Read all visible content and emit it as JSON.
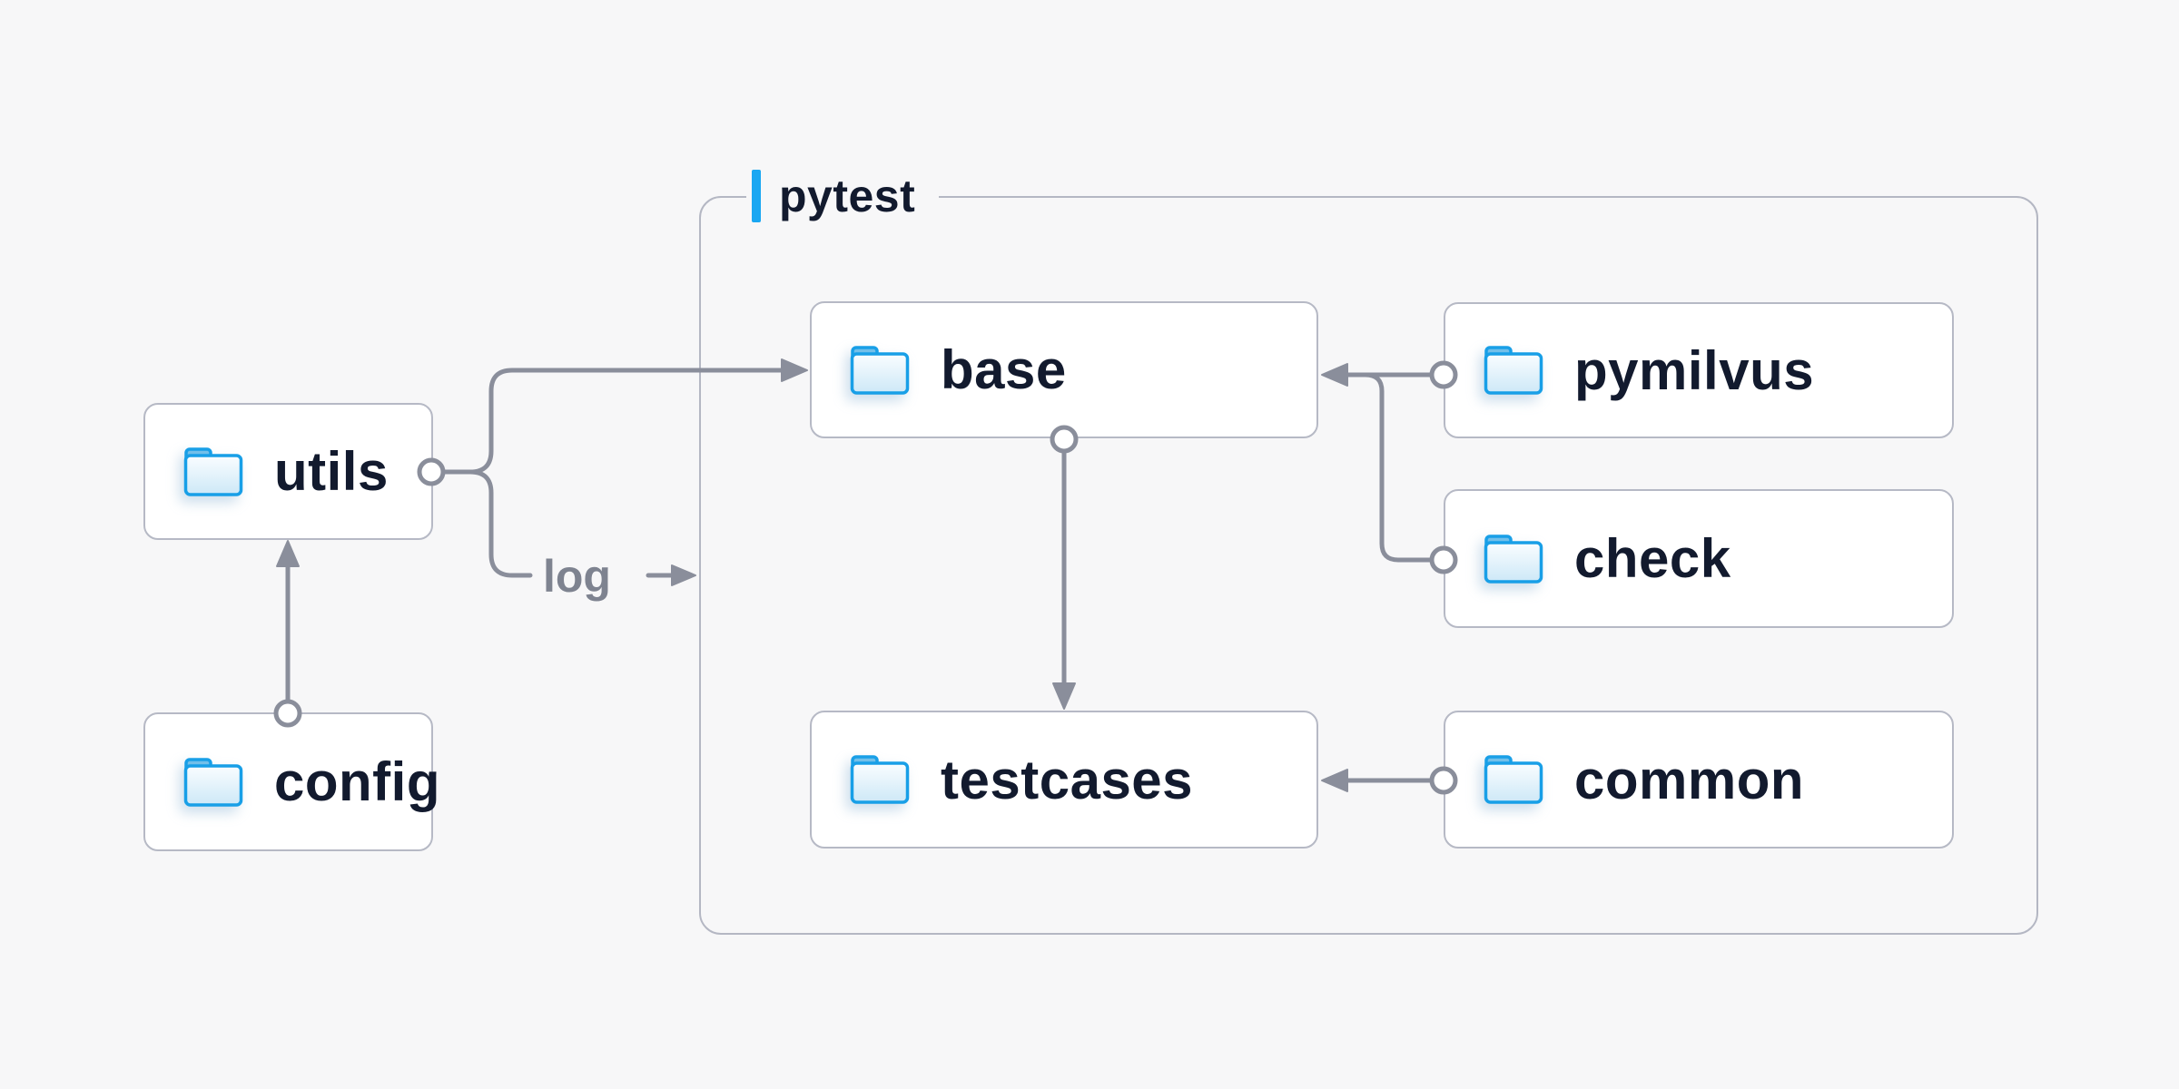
{
  "page": {
    "background": "#f7f7f8"
  },
  "container": {
    "label": "pytest",
    "accent_color": "#1aa7f2",
    "border_color": "#b4b7c3"
  },
  "nodes": [
    {
      "id": "utils",
      "label": "utils"
    },
    {
      "id": "config",
      "label": "config"
    },
    {
      "id": "base",
      "label": "base"
    },
    {
      "id": "pymilvus",
      "label": "pymilvus"
    },
    {
      "id": "check",
      "label": "check"
    },
    {
      "id": "testcases",
      "label": "testcases"
    },
    {
      "id": "common",
      "label": "common"
    }
  ],
  "edge_label": {
    "text": "log"
  },
  "edges": [
    {
      "from": "config",
      "to": "utils",
      "type": "arrow"
    },
    {
      "from": "utils",
      "to": "base",
      "type": "arrow"
    },
    {
      "from": "utils",
      "to": "log",
      "type": "labeled-arrow",
      "label": "log"
    },
    {
      "from": "base",
      "to": "testcases",
      "type": "arrow"
    },
    {
      "from": "pymilvus",
      "to": "base",
      "type": "arrow"
    },
    {
      "from": "check",
      "to": "base",
      "type": "arrow"
    },
    {
      "from": "common",
      "to": "testcases",
      "type": "arrow"
    }
  ],
  "colors": {
    "line": "#8a8e9b",
    "node_border": "#b6b9c5",
    "node_background": "#ffffff",
    "text": "#121a2e",
    "edge_label_text": "#7e8390",
    "folder_blue": "#189fe7",
    "accent_blue": "#1aa7f2",
    "background": "#f7f7f8"
  }
}
